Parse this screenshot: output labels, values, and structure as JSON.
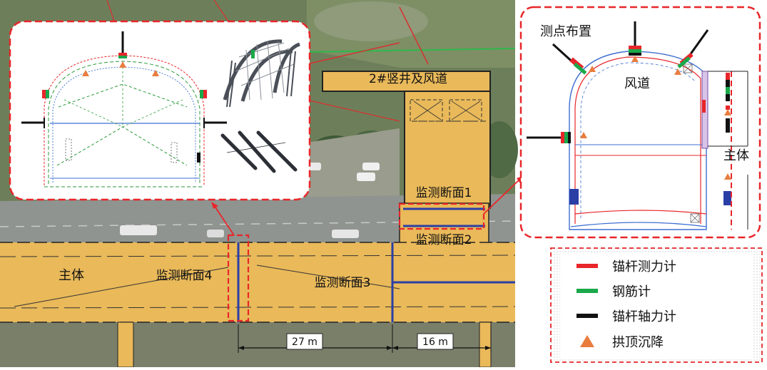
{
  "map": {
    "shaft_label": "2#竖井及风道",
    "main_label": "主体",
    "section1_label": "监测断面1",
    "section2_label": "监测断面2",
    "section3_label": "监测断面3",
    "section4_label": "监测断面4",
    "dim_27": "27 m",
    "dim_16": "16 m"
  },
  "detail": {
    "title": "测点布置",
    "airway_label": "风道",
    "main_label": "主体"
  },
  "legend": {
    "items": [
      {
        "label": "锚杆测力计",
        "color": "#e8262a",
        "symbol": "line"
      },
      {
        "label": "钢筋计",
        "color": "#1aa84a",
        "symbol": "line"
      },
      {
        "label": "锚杆轴力计",
        "color": "#111111",
        "symbol": "line"
      },
      {
        "label": "拱顶沉降",
        "color": "#e87d3e",
        "symbol": "triangle"
      }
    ]
  },
  "colors": {
    "dashed_border": "#e8262a",
    "corridor_fill": "#e9b95a",
    "section_line": "#2a3fa6",
    "grass": "#6b8a4a",
    "road": "#8f9490"
  }
}
